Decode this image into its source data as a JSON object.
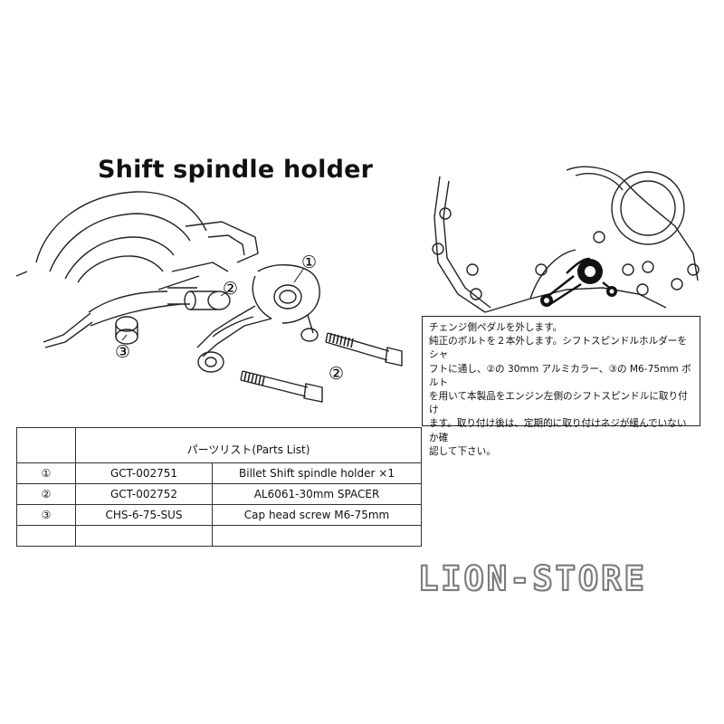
{
  "title": "Shift spindle holder",
  "callouts": {
    "one": "①",
    "two": "②",
    "three": "③"
  },
  "parts_list": {
    "header": "パーツリスト(Parts List)",
    "rows": [
      {
        "mark": "①",
        "code": "GCT-002751",
        "desc": "Billet Shift spindle holder ×1"
      },
      {
        "mark": "②",
        "code": "GCT-002752",
        "desc": "AL6061-30mm SPACER"
      },
      {
        "mark": "③",
        "code": "CHS-6-75-SUS",
        "desc": "Cap head screw M6-75mm"
      }
    ]
  },
  "instructions": [
    "チェンジ側ペダルを外します。",
    "純正のボルトを２本外します。シフトスピンドルホルダーをシャ",
    "フトに通し、②の 30mm アルミカラー、③の M6-75mm ボルト",
    "を用いて本製品をエンジン左側のシフトスピンドルに取り付け",
    "ます。取り付け後は、定期的に取り付けネジが緩んでいないか確",
    "認して下さい。"
  ],
  "watermark": "LION-STORE"
}
